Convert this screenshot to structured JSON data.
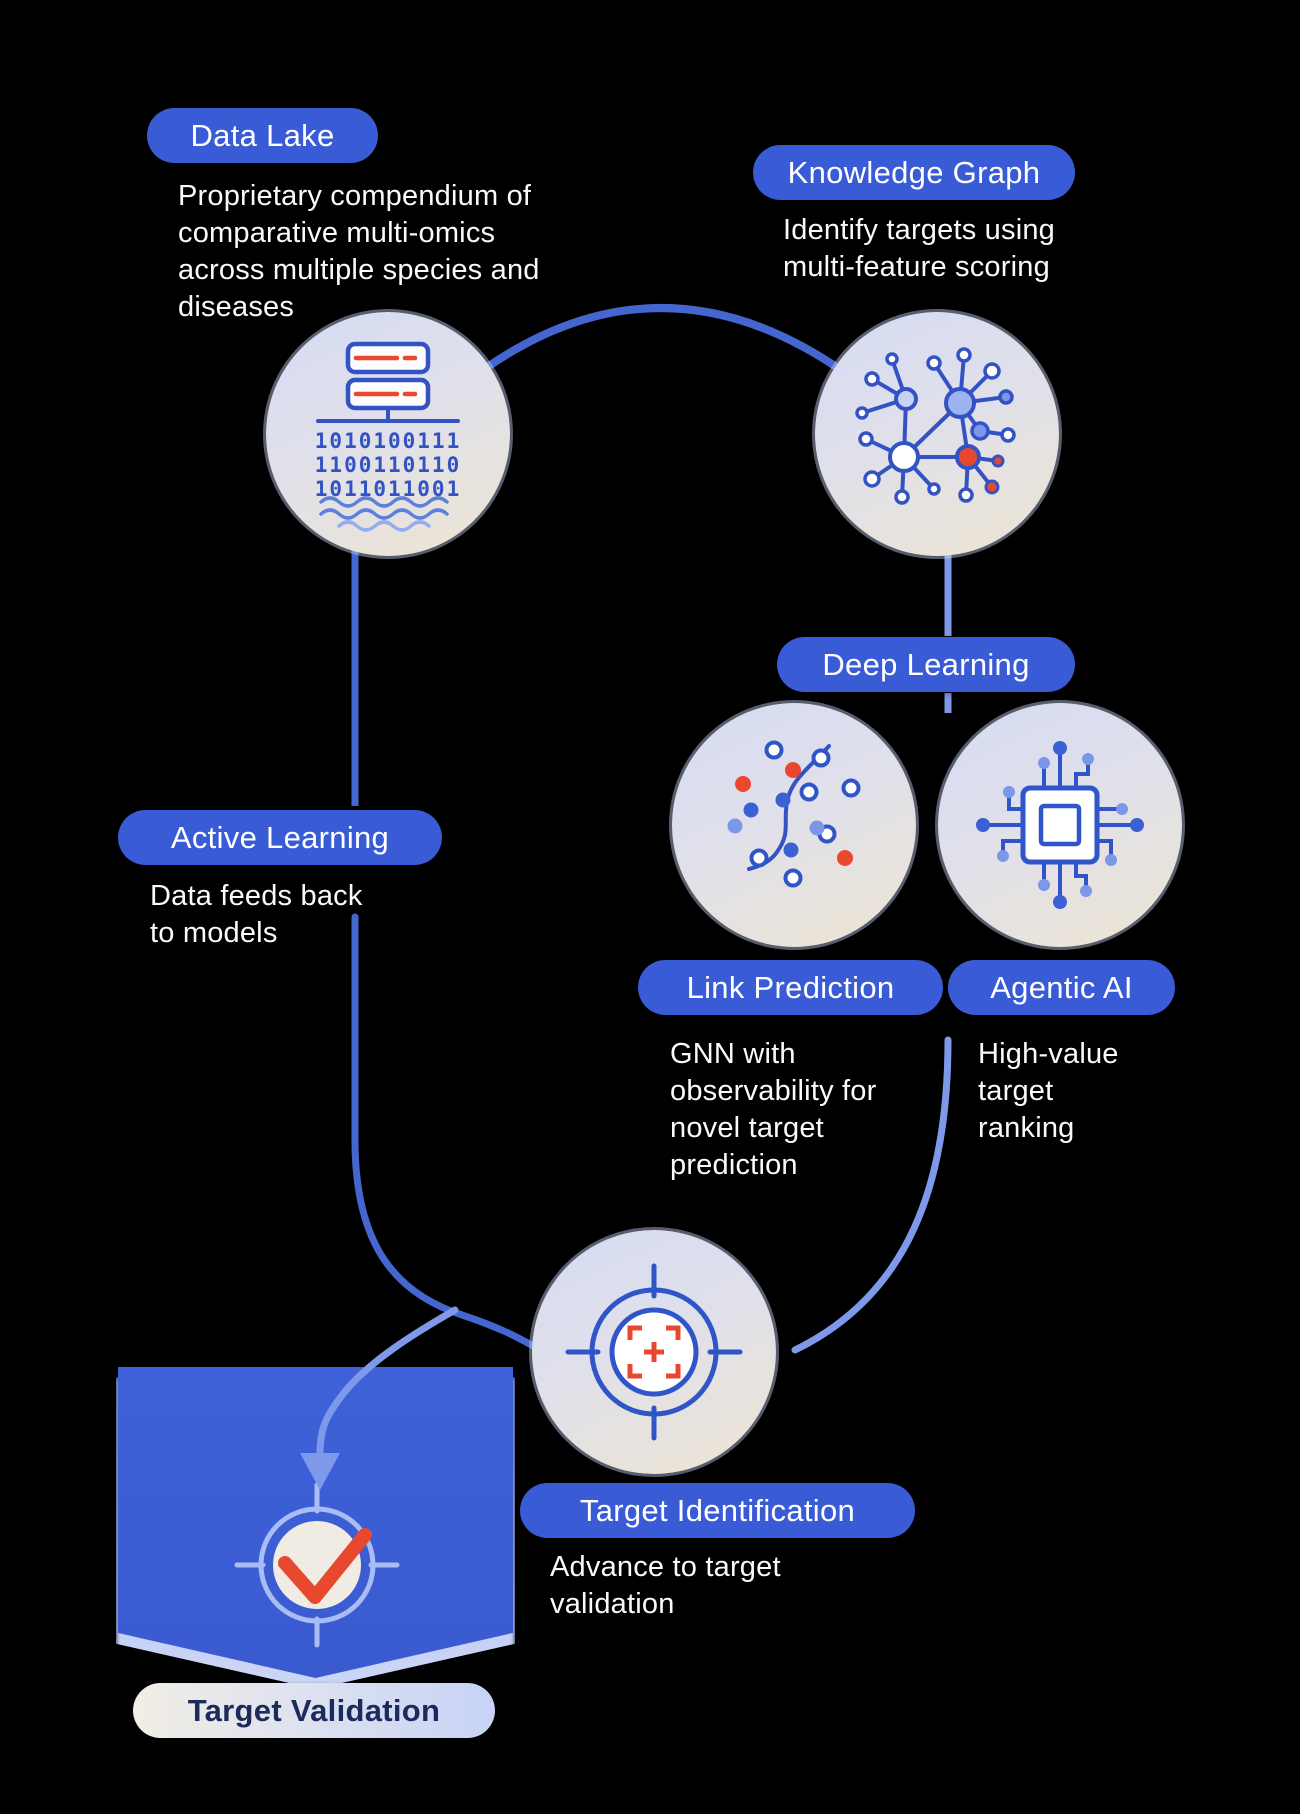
{
  "title_pills": {
    "data_lake": "Data Lake",
    "knowledge_graph": "Knowledge Graph",
    "deep_learning": "Deep Learning",
    "active_learning": "Active Learning",
    "link_prediction": "Link Prediction",
    "agentic_ai": "Agentic AI",
    "target_identification": "Target Identification",
    "target_validation": "Target Validation"
  },
  "descriptions": {
    "data_lake": "Proprietary compendium of comparative multi-omics across multiple species and diseases",
    "knowledge_graph": "Identify targets using multi-feature scoring",
    "active_learning": "Data feeds back to models",
    "link_prediction": "GNN with observability for novel target prediction",
    "agentic_ai": "High-value target ranking",
    "target_identification": "Advance to target validation"
  },
  "data_lake_icon": {
    "binary_rows": [
      "1010100111",
      "1100110110",
      "1011011001"
    ]
  },
  "colors": {
    "background": "#000000",
    "pill_blue": "#3a5bd6",
    "pill_light_text": "#1d2a5c",
    "line_primary": "#4466ce",
    "line_secondary": "#7e99ea",
    "icon_blue": "#2f55c9",
    "accent_red": "#e8492e",
    "node_light_blue": "#9db4f0",
    "shield_blue": "#3c5fd8"
  },
  "icons": [
    "database-icon",
    "network-graph-icon",
    "scatter-curve-icon",
    "cpu-chip-icon",
    "crosshair-target-icon",
    "checkmark-target-icon",
    "down-arrow-icon"
  ]
}
